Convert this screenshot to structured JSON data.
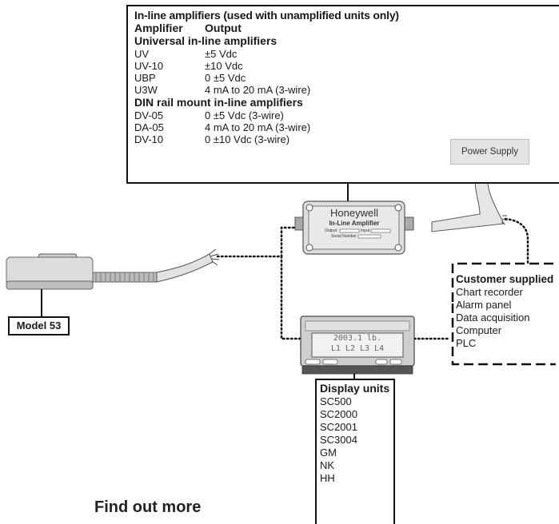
{
  "amplifiers_box": {
    "title": "In-line amplifiers (used with unamplified units only)",
    "col_amplifier": "Amplifier",
    "col_output": "Output",
    "universal_heading": "Universal in-line amplifiers",
    "universal_rows": [
      {
        "amplifier": "UV",
        "output": "±5 Vdc"
      },
      {
        "amplifier": "UV-10",
        "output": "±10 Vdc"
      },
      {
        "amplifier": "UBP",
        "output": "0 ±5 Vdc"
      },
      {
        "amplifier": "U3W",
        "output": "4 mA to 20 mA (3-wire)"
      }
    ],
    "din_heading": "DIN rail mount in-line amplifiers",
    "din_rows": [
      {
        "amplifier": "DV-05",
        "output": "0 ±5 Vdc (3-wire)"
      },
      {
        "amplifier": "DA-05",
        "output": "4 mA to 20 mA (3-wire)"
      },
      {
        "amplifier": "DV-10",
        "output": "0 ±10 Vdc (3-wire)"
      }
    ]
  },
  "power_supply": {
    "label": "Power Supply"
  },
  "amplifier_device": {
    "brand": "Honeywell",
    "name": "In-Line Amplifier",
    "output_label": "Output",
    "input_label": "Input",
    "serial_label": "Serial Number"
  },
  "model_label": "Model 53",
  "display_device": {
    "line1": "2003.1 lb.",
    "line2": "L1 L2 L3 L4"
  },
  "customer_box": {
    "heading": "Customer supplied",
    "items": [
      "Chart recorder",
      "Alarm panel",
      "Data acquisition",
      "Computer",
      "PLC"
    ]
  },
  "display_units_box": {
    "heading": "Display units",
    "items": [
      "SC500",
      "SC2000",
      "SC2001",
      "SC3004",
      "GM",
      "NK",
      "HH"
    ]
  },
  "footer": {
    "find_out_more": "Find out more"
  },
  "colors": {
    "line": "#111111",
    "device_gray": "#d6d6d6",
    "device_dark": "#555555"
  }
}
